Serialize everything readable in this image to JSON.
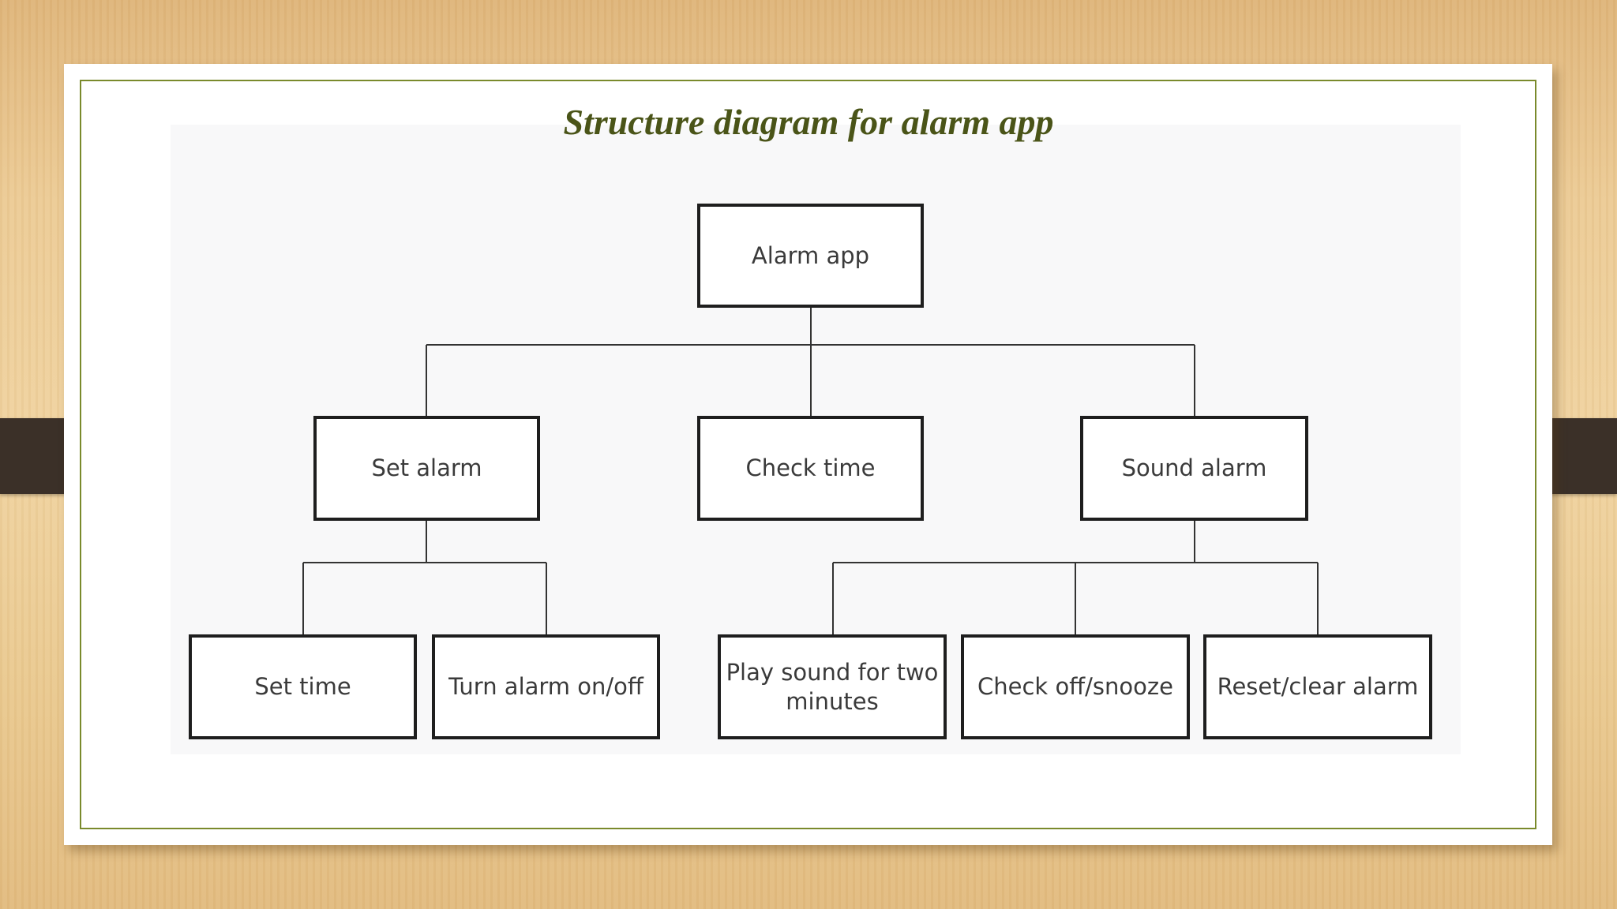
{
  "title": "Structure diagram for alarm app",
  "colors": {
    "title": "#4a5418",
    "frame": "#7a8a2c",
    "box_border": "#1e1e1e",
    "connector": "#333333",
    "clip": "#3b3028"
  },
  "diagram": {
    "root": "Alarm app",
    "level1": [
      "Set alarm",
      "Check time",
      "Sound alarm"
    ],
    "set_alarm_children": [
      "Set time",
      "Turn alarm on/off"
    ],
    "sound_alarm_children": [
      "Play sound for two minutes",
      "Check off/snooze",
      "Reset/clear alarm"
    ]
  }
}
